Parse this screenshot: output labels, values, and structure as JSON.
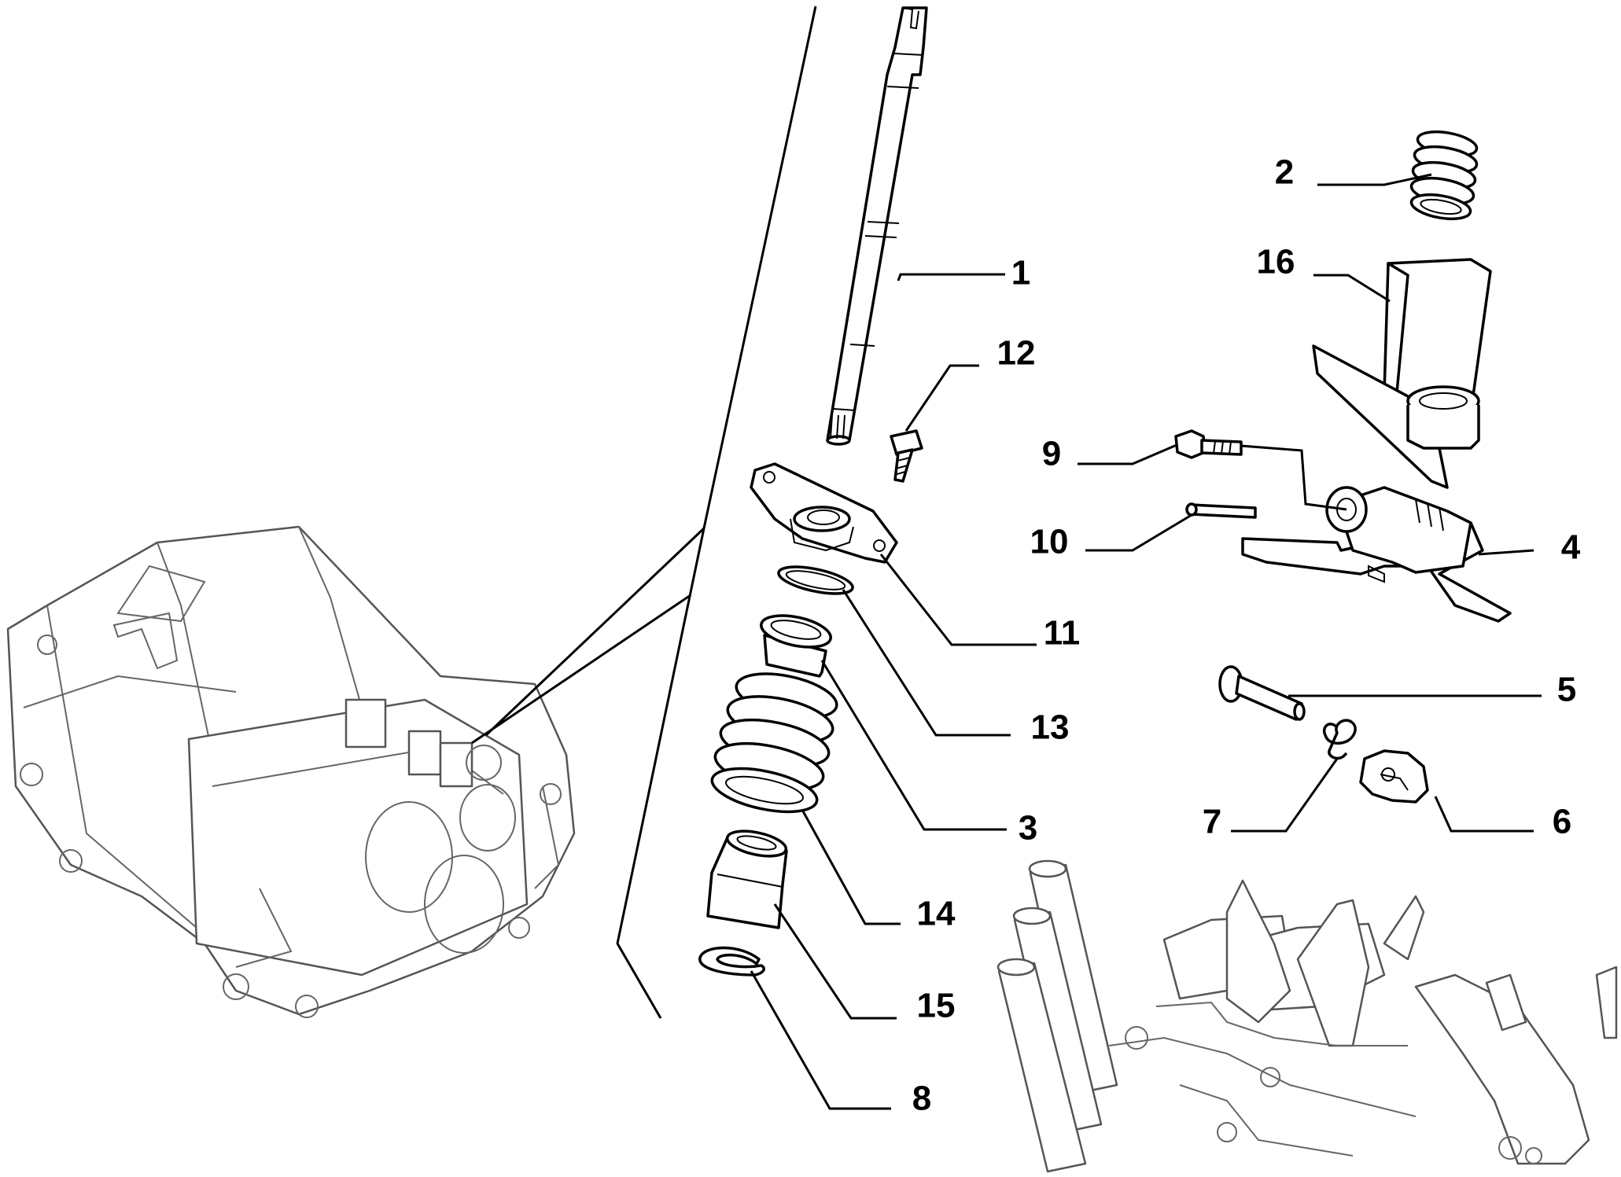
{
  "diagram": {
    "type": "exploded parts diagram",
    "callouts": [
      {
        "id": "c1",
        "label": "1"
      },
      {
        "id": "c2",
        "label": "2"
      },
      {
        "id": "c3",
        "label": "3"
      },
      {
        "id": "c4",
        "label": "4"
      },
      {
        "id": "c5",
        "label": "5"
      },
      {
        "id": "c6",
        "label": "6"
      },
      {
        "id": "c7",
        "label": "7"
      },
      {
        "id": "c8",
        "label": "8"
      },
      {
        "id": "c9",
        "label": "9"
      },
      {
        "id": "c10",
        "label": "10"
      },
      {
        "id": "c11",
        "label": "11"
      },
      {
        "id": "c12",
        "label": "12"
      },
      {
        "id": "c13",
        "label": "13"
      },
      {
        "id": "c14",
        "label": "14"
      },
      {
        "id": "c15",
        "label": "15"
      },
      {
        "id": "c16",
        "label": "16"
      }
    ]
  },
  "colors": {
    "line": "#000000",
    "background": "#ffffff",
    "context_drawing": "#555555"
  }
}
